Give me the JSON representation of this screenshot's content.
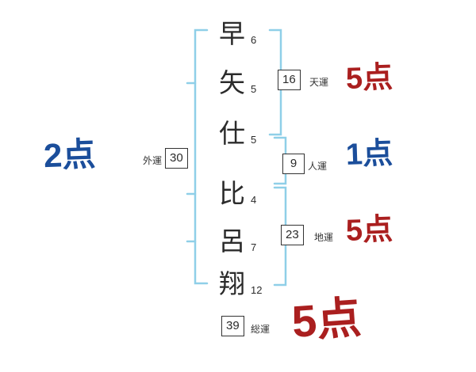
{
  "diagram": {
    "type": "name-fortune (seimei handan) stroke-count diagram"
  },
  "name_chars": [
    {
      "char": "早",
      "strokes": "6"
    },
    {
      "char": "矢",
      "strokes": "5"
    },
    {
      "char": "仕",
      "strokes": "5"
    },
    {
      "char": "比",
      "strokes": "4"
    },
    {
      "char": "呂",
      "strokes": "7"
    },
    {
      "char": "翔",
      "strokes": "12"
    }
  ],
  "fortunes": {
    "tenun": {
      "value": "16",
      "label": "天運",
      "score": "5点"
    },
    "jinun": {
      "value": "9",
      "label": "人運",
      "score": "1点"
    },
    "chiun": {
      "value": "23",
      "label": "地運",
      "score": "5点"
    },
    "gaiun": {
      "value": "30",
      "label": "外運",
      "score": "2点"
    },
    "soun": {
      "value": "39",
      "label": "総運",
      "score": "5点"
    }
  },
  "colors": {
    "bracket": "#8fcfe8",
    "score_red": "#aa1f1f",
    "score_blue": "#1b4e9b",
    "ink": "#2b2b2b"
  }
}
